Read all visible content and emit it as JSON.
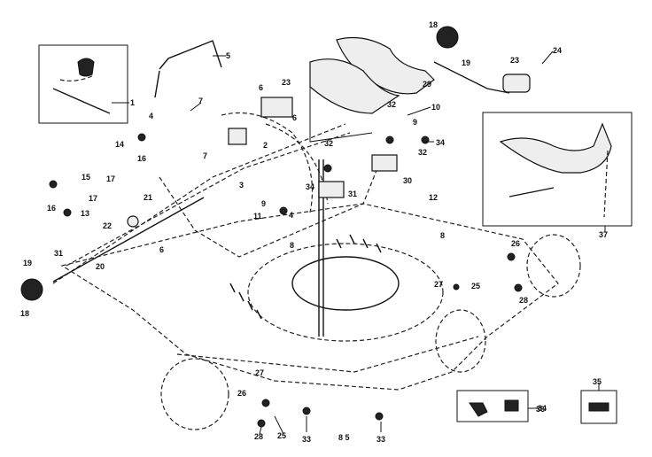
{
  "diagram": {
    "bottom_code": "8 5",
    "callouts": [
      "1",
      "2",
      "3",
      "4",
      "4",
      "5",
      "6",
      "6",
      "6",
      "7",
      "7",
      "8",
      "8",
      "9",
      "9",
      "10",
      "11",
      "12",
      "13",
      "14",
      "15",
      "16",
      "16",
      "17",
      "17",
      "18",
      "18",
      "19",
      "19",
      "20",
      "21",
      "22",
      "23",
      "23",
      "24",
      "25",
      "25",
      "26",
      "26",
      "27",
      "27",
      "28",
      "28",
      "29",
      "30",
      "31",
      "31",
      "32",
      "32",
      "32",
      "33",
      "33",
      "34",
      "34",
      "34",
      "35",
      "36",
      "37"
    ]
  }
}
